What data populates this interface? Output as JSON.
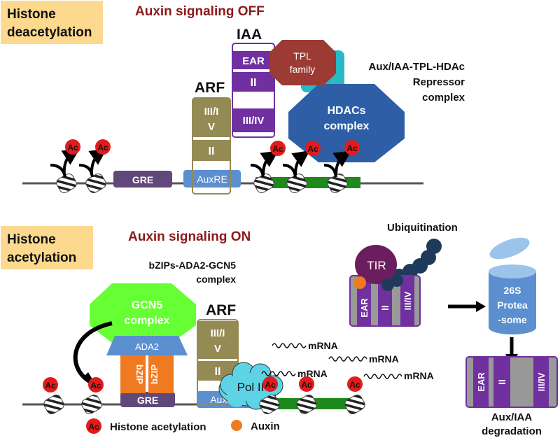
{
  "top": {
    "panel_label_line1": "Histone",
    "panel_label_line2": "deacetylation",
    "title": "Auxin signaling OFF",
    "iaa_label": "IAA",
    "iaa_domains": [
      "EAR",
      "II",
      "III/IV"
    ],
    "tpl_line1": "TPL",
    "tpl_line2": "family",
    "complex_line1": "Aux/IAA-TPL-HDAc",
    "complex_line2": "Repressor",
    "complex_line3": "complex",
    "arf_label": "ARF",
    "arf_domains": [
      "III/I",
      "V",
      "II"
    ],
    "hdac_line1": "HDACs",
    "hdac_line2": "complex",
    "gre": "GRE",
    "auxre": "AuxRE",
    "ac": "Ac"
  },
  "bottom": {
    "panel_label_line1": "Histone",
    "panel_label_line2": "acetylation",
    "title": "Auxin signaling ON",
    "bzip_line1": "bZIPs-ADA2-GCN5",
    "bzip_line2": "complex",
    "gcn5_line1": "GCN5",
    "gcn5_line2": "complex",
    "ada2": "ADA2",
    "bzip": "bZIP",
    "arf_label": "ARF",
    "arf_domains": [
      "III/I",
      "V",
      "II"
    ],
    "gre": "GRE",
    "auxre": "AuxRE",
    "pol2": "Pol II",
    "mrna": "mRNA",
    "ubiquitination": "Ubiquitination",
    "tir": "TIR",
    "aux_domains": [
      "EAR",
      "II",
      "III/IV"
    ],
    "proteasome_line1": "26S",
    "proteasome_line2": "Protea",
    "proteasome_line3": "-some",
    "degradation_line1": "Aux/IAA",
    "degradation_line2": "degradation",
    "legend_ac": "Ac",
    "legend_acetylation": "Histone acetylation",
    "legend_auxin": "Auxin"
  },
  "colors": {
    "panel_label_bg": "#fcd98f",
    "title": "#8b1a1a",
    "purple": "#7030a0",
    "olive": "#948a54",
    "hdac": "#2e5fa6",
    "tpl": "#9c3a34",
    "teal": "#29b8c4",
    "gre": "#60497a",
    "auxre": "#5b8fd0",
    "green": "#1e8a1e",
    "gcn5": "#66ff33",
    "ada2": "#5b8fd0",
    "bzip": "#f07a1f",
    "pol2": "#5ed3e6",
    "tir": "#6b1d5e",
    "ubiquitin": "#1f3a5a",
    "auxin": "#f07a1f",
    "ac_red": "#e31b1b"
  }
}
